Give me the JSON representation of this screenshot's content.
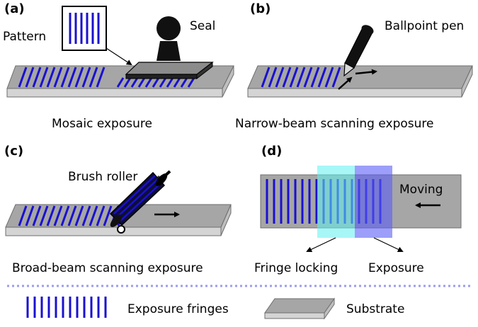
{
  "panels": {
    "a": {
      "letter": "(a)",
      "pattern_label": "Pattern",
      "seal_label": "Seal",
      "caption": "Mosaic exposure"
    },
    "b": {
      "letter": "(b)",
      "pen_label": "Ballpoint pen",
      "caption": "Narrow-beam scanning exposure"
    },
    "c": {
      "letter": "(c)",
      "roller_label": "Brush roller",
      "caption": "Broad-beam scanning exposure"
    },
    "d": {
      "letter": "(d)",
      "moving_label": "Moving",
      "locking_label": "Fringe locking",
      "exposure_label": "Exposure"
    }
  },
  "legend": {
    "fringes_label": "Exposure fringes",
    "substrate_label": "Substrate"
  },
  "colors": {
    "fringe": "#1a10d0",
    "substrate_top": "#a6a6a6",
    "substrate_side": "#d4d4d4",
    "locking_region": "#5ff0f0",
    "exposure_region": "#5a5ef5",
    "divider": "#9b9bf0"
  }
}
